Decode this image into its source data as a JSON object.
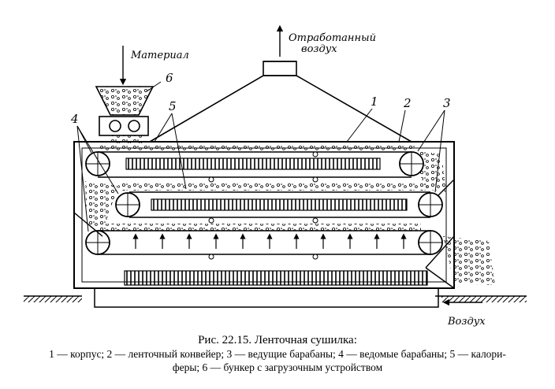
{
  "labels": {
    "material": "Материал",
    "exhaust_air_1": "Отработанный",
    "exhaust_air_2": "воздух",
    "air": "Воздух"
  },
  "callouts": [
    "1",
    "2",
    "3",
    "4",
    "5",
    "6"
  ],
  "caption": {
    "title": "Рис. 22.15. Ленточная сушилка:",
    "legend_line1": "1 — корпус; 2 — ленточный конвейер; 3 — ведущие барабаны; 4 — ведомые барабаны; 5 — калори-",
    "legend_line2": "феры; 6 — бункер с загрузочным устройством"
  }
}
